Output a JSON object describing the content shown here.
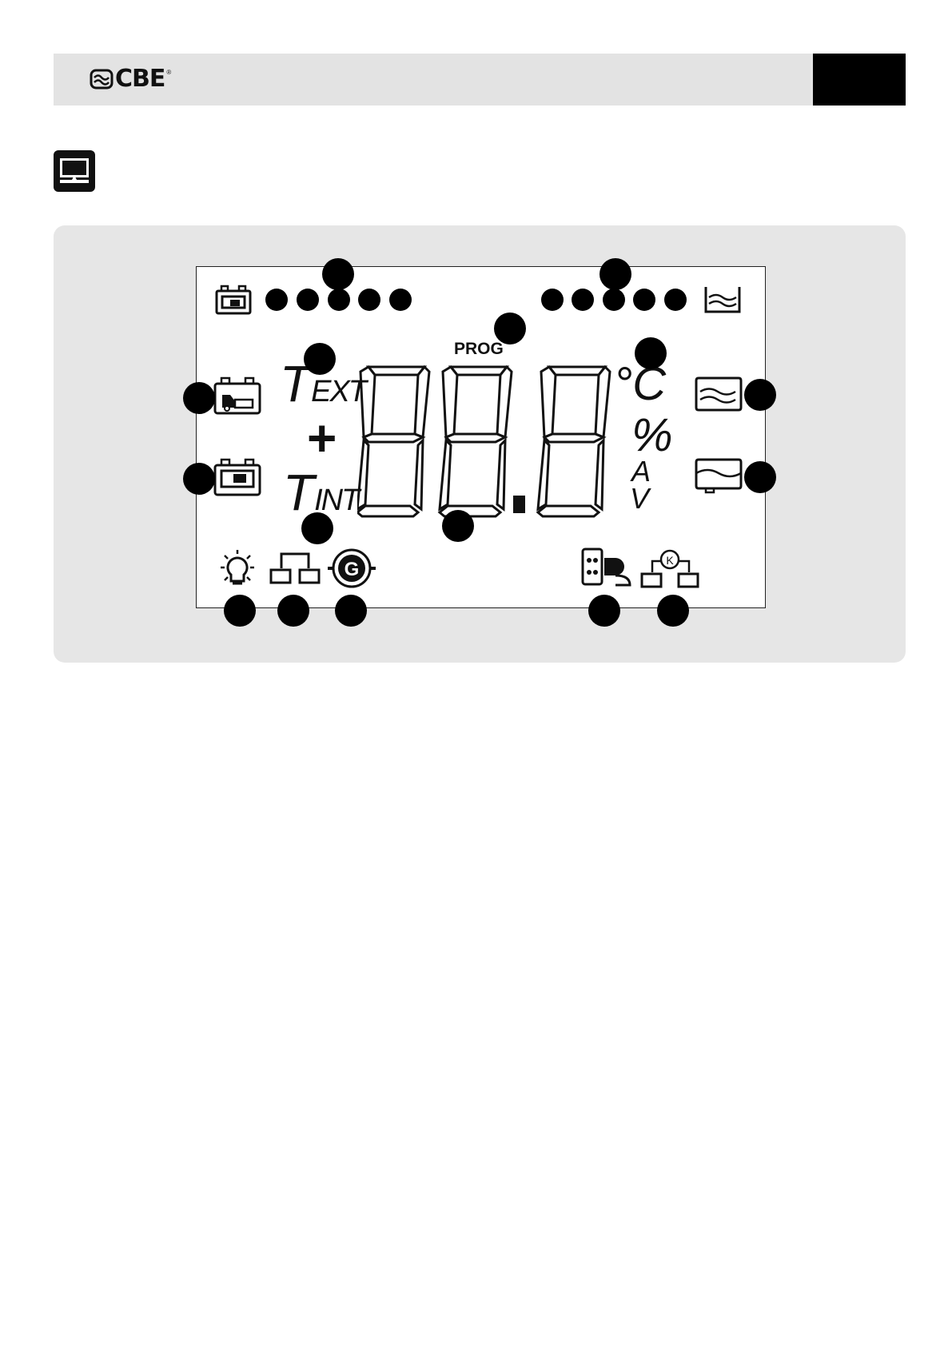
{
  "header": {
    "brand": "CBE",
    "registered_mark": "®"
  },
  "display": {
    "text_ext_T": "T",
    "text_ext_sub": "EXT",
    "plus": "+",
    "text_int_T": "T",
    "text_int_sub": "INT",
    "prog": "PROG",
    "unit_celsius": "°C",
    "unit_percent": "%",
    "unit_amp": "A",
    "unit_volt": "V"
  },
  "colors": {
    "header_bg": "#e3e3e3",
    "panel_bg": "#e6e6e6",
    "ink": "#111111"
  },
  "icons": [
    "presentation-icon",
    "battery-leisure-icon",
    "battery-engine-icon",
    "fresh-water-tank-icon",
    "grey-water-tank-icon",
    "light-bulb-icon",
    "battery-link-icon",
    "generator-icon",
    "mains-plug-icon",
    "battery-charger-icon"
  ]
}
